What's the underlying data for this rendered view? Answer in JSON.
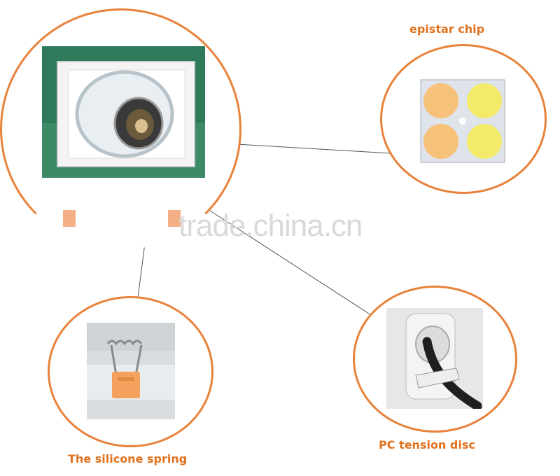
{
  "watermark": "trade.china.cn",
  "labels": {
    "chip": "epistar chip",
    "spring": "The silicone spring",
    "disc": "PC tension disc"
  },
  "colors": {
    "accent": "#e8823a",
    "label": "#e0721f",
    "photo_background": "#2e7d5b",
    "chip_warm": "#f6c27a",
    "chip_cool": "#f3ea6a"
  }
}
